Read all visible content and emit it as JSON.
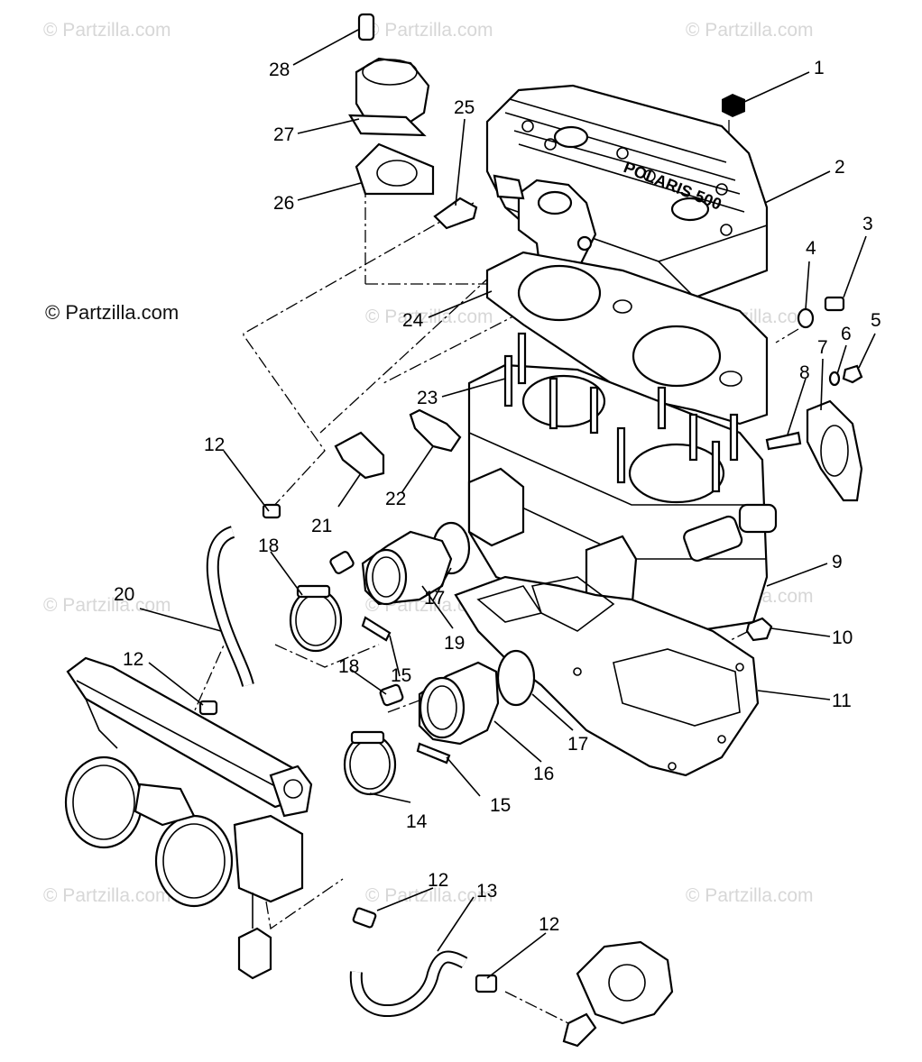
{
  "watermarks": {
    "light": "© Partzilla.com",
    "dark": "© Partzilla.com"
  },
  "head_lettering": "POLARIS 500",
  "callouts": [
    {
      "id": "c1",
      "label": "1"
    },
    {
      "id": "c2",
      "label": "2"
    },
    {
      "id": "c3",
      "label": "3"
    },
    {
      "id": "c4",
      "label": "4"
    },
    {
      "id": "c5",
      "label": "5"
    },
    {
      "id": "c6",
      "label": "6"
    },
    {
      "id": "c7",
      "label": "7"
    },
    {
      "id": "c8",
      "label": "8"
    },
    {
      "id": "c9",
      "label": "9"
    },
    {
      "id": "c10",
      "label": "10"
    },
    {
      "id": "c11",
      "label": "11"
    },
    {
      "id": "c12a",
      "label": "12"
    },
    {
      "id": "c12b",
      "label": "12"
    },
    {
      "id": "c12c",
      "label": "12"
    },
    {
      "id": "c12d",
      "label": "12"
    },
    {
      "id": "c13",
      "label": "13"
    },
    {
      "id": "c14",
      "label": "14"
    },
    {
      "id": "c15a",
      "label": "15"
    },
    {
      "id": "c15b",
      "label": "15"
    },
    {
      "id": "c16",
      "label": "16"
    },
    {
      "id": "c17a",
      "label": "17"
    },
    {
      "id": "c17b",
      "label": "17"
    },
    {
      "id": "c18a",
      "label": "18"
    },
    {
      "id": "c18b",
      "label": "18"
    },
    {
      "id": "c19",
      "label": "19"
    },
    {
      "id": "c20",
      "label": "20"
    },
    {
      "id": "c21",
      "label": "21"
    },
    {
      "id": "c22",
      "label": "22"
    },
    {
      "id": "c23",
      "label": "23"
    },
    {
      "id": "c24",
      "label": "24"
    },
    {
      "id": "c25",
      "label": "25"
    },
    {
      "id": "c26",
      "label": "26"
    },
    {
      "id": "c27",
      "label": "27"
    },
    {
      "id": "c28",
      "label": "28"
    }
  ]
}
